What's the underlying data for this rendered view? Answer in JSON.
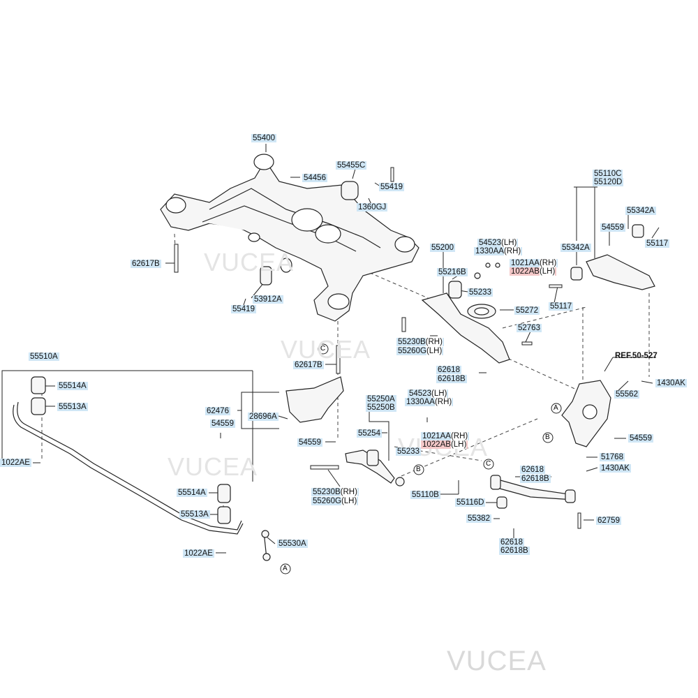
{
  "watermark": "VUCEA",
  "ref": "REF.50-527",
  "callouts": [
    "A",
    "B",
    "C"
  ],
  "labels": {
    "p55400": "55400",
    "p55455C": "55455C",
    "p54456": "54456",
    "p55419a": "55419",
    "p1360GJ": "1360GJ",
    "p62617B_a": "62617B",
    "p53912A": "53912A",
    "p55419b": "55419",
    "p62617B_b": "62617B",
    "p55510A": "55510A",
    "p55514A_a": "55514A",
    "p55513A_a": "55513A",
    "p1022AE_a": "1022AE",
    "p62476": "62476",
    "p28696A": "28696A",
    "p54559_a": "54559",
    "p54559_b": "54559",
    "p55514A_b": "55514A",
    "p55513A_b": "55513A",
    "p1022AE_b": "1022AE",
    "p55530A": "55530A",
    "p55200": "55200",
    "p54523_a": "54523",
    "p54523_a_sfx": "(LH)",
    "p1330AA_a": "1330AA",
    "p1330AA_a_sfx": "(RH)",
    "p1021AA_a": "1021AA",
    "p1021AA_a_sfx": "(RH)",
    "p1022AB_a": "1022AB",
    "p1022AB_a_sfx": "(LH)",
    "p55216B": "55216B",
    "p55233_a": "55233",
    "p55272": "55272",
    "p52763": "52763",
    "p55230B_a": "55230B",
    "p55230B_a_sfx": "(RH)",
    "p55260G_a": "55260G",
    "p55260G_a_sfx": "(LH)",
    "p62618_a": "62618",
    "p62618B_a": "62618B",
    "p55250A": "55250A",
    "p55250B": "55250B",
    "p54523_b": "54523",
    "p54523_b_sfx": "(LH)",
    "p1330AA_b": "1330AA",
    "p1330AA_b_sfx": "(RH)",
    "p55254": "55254",
    "p1021AA_b": "1021AA",
    "p1021AA_b_sfx": "(RH)",
    "p1022AB_b": "1022AB",
    "p1022AB_b_sfx": "(LH)",
    "p55233_b": "55233",
    "p55230B_b": "55230B",
    "p55230B_b_sfx": "(RH)",
    "p55260G_b": "55260G",
    "p55260G_b_sfx": "(LH)",
    "p55110C": "55110C",
    "p55120D": "55120D",
    "p55342A_a": "55342A",
    "p54559_c": "54559",
    "p55117_a": "55117",
    "p55342A_b": "55342A",
    "p55117_b": "55117",
    "p1430AK_a": "1430AK",
    "p55562": "55562",
    "p54559_d": "54559",
    "p51768": "51768",
    "p1430AK_b": "1430AK",
    "p62618_b": "62618",
    "p62618B_b": "62618B",
    "p55110B": "55110B",
    "p55116D": "55116D",
    "p55382": "55382",
    "p62759": "62759",
    "p62618_c": "62618",
    "p62618B_c": "62618B"
  }
}
